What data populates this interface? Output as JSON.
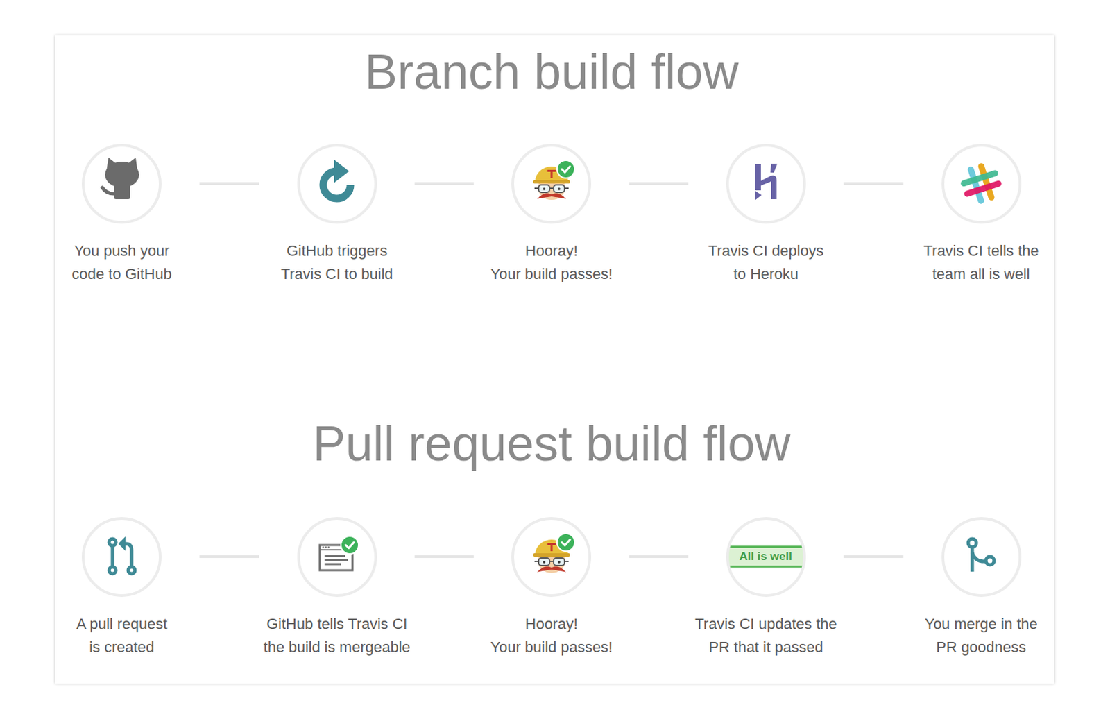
{
  "diagram": {
    "title": "Branch build flow",
    "nodes": [
      {
        "text": [
          "You push your code to GitHub"
        ]
      },
      {
        "text": [
          "GitHub triggers Travis CI to build"
        ]
      },
      {
        "text": [
          "Hooray!",
          "Your build passes!"
        ]
      },
      {
        "text": [
          "Travis CI deploys to Heroku"
        ]
      },
      {
        "text": [
          "Travis CI tells the team all is well"
        ]
      },
      {
        "text": [
          "A pull request is created"
        ]
      },
      {
        "text": [
          "GitHub tells Travis CI the build is mergeable"
        ]
      },
      {
        "text": [
          "Hooray!",
          "Your build passes!"
        ]
      },
      {
        "text": [
          "Travis CI updates the PR that it passed"
        ]
      },
      {
        "text": [
          "You merge in the PR goodness"
        ]
      }
    ],
    "edges": [
      {
        "from": 0,
        "to": 1,
        "arrow": "none"
      },
      {
        "from": 1,
        "to": 2,
        "arrow": "none"
      },
      {
        "from": 2,
        "to": 3,
        "arrow": "none"
      },
      {
        "from": 3,
        "to": 4,
        "arrow": "none"
      },
      {
        "from": 5,
        "to": 6,
        "arrow": "none"
      },
      {
        "from": 6,
        "to": 7,
        "arrow": "none"
      },
      {
        "from": 7,
        "to": 8,
        "arrow": "none"
      },
      {
        "from": 8,
        "to": 9,
        "arrow": "none"
      }
    ],
    "labels": [
      "Pull request build flow",
      "All is well"
    ]
  }
}
